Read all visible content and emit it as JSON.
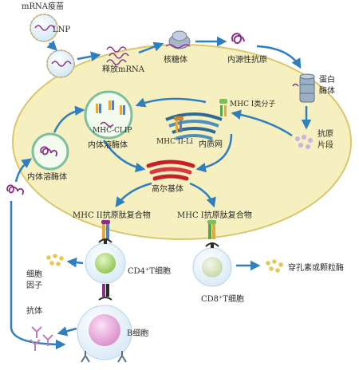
{
  "labels": {
    "mrna_vaccine": "mRNA疫苗",
    "lnp": "LNP",
    "released_mrna": "释放mRNA",
    "ribosome": "核糖体",
    "endogenous_antigen": "内源性抗原",
    "proteasome_1": "蛋白",
    "proteasome_2": "酶体",
    "mhc1_molecule": "MHC I类分子",
    "antigen_fragment_1": "抗原",
    "antigen_fragment_2": "片段",
    "mhc_clip": "MHC-CLIP",
    "endolysosome_upper": "内体溶酶体",
    "mhc2_li": "MHC II-Li",
    "er": "内质网",
    "endolysosome_lower": "内体溶酶体",
    "golgi": "高尔基体",
    "mhc2_complex": "MHC II抗原肽复合物",
    "mhc1_complex": "MHC I抗原肽复合物",
    "cytokine_1": "细胞",
    "cytokine_2": "因子",
    "cd4": "CD4⁺T细胞",
    "perforin": "穿孔素或颗粒酶",
    "cd8": "CD8⁺T细胞",
    "antibody": "抗体",
    "bcell": "B细胞"
  },
  "colors": {
    "cell_fill": "#f6efbf",
    "cell_border": "#d9c76d",
    "arrow": "#2f7fbf",
    "mrna": "#8a2f8a",
    "golgi": "#c8202a",
    "cd4_core": "#a9d46b",
    "bcell_core": "#e69ad6"
  }
}
